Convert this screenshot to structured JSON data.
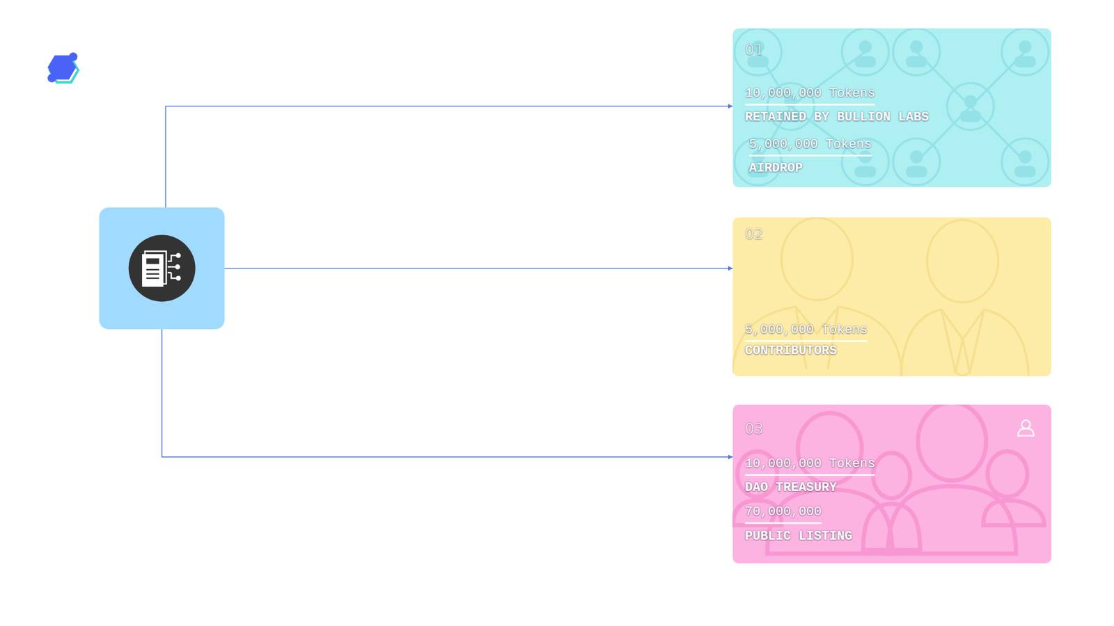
{
  "diagram": {
    "nodes": [
      {
        "text": []
      },
      {
        "text": [
          "01",
          "10,000,000 Tokens",
          "RETAINED BY BULLION LABS",
          "5,000,000 Tokens",
          "AIRDROP"
        ]
      },
      {
        "text": [
          "02",
          "5,000,000 Tokens",
          "CONTRIBUTORS"
        ]
      },
      {
        "text": [
          "03",
          "10,000,000 Tokens",
          "DAO TREASURY",
          "70,000,000",
          "PUBLIC LISTING"
        ]
      }
    ],
    "edges": [
      {
        "from": 0,
        "to": 1,
        "arrow": "to"
      },
      {
        "from": 0,
        "to": 2,
        "arrow": "to"
      },
      {
        "from": 0,
        "to": 3,
        "arrow": "to"
      }
    ]
  }
}
